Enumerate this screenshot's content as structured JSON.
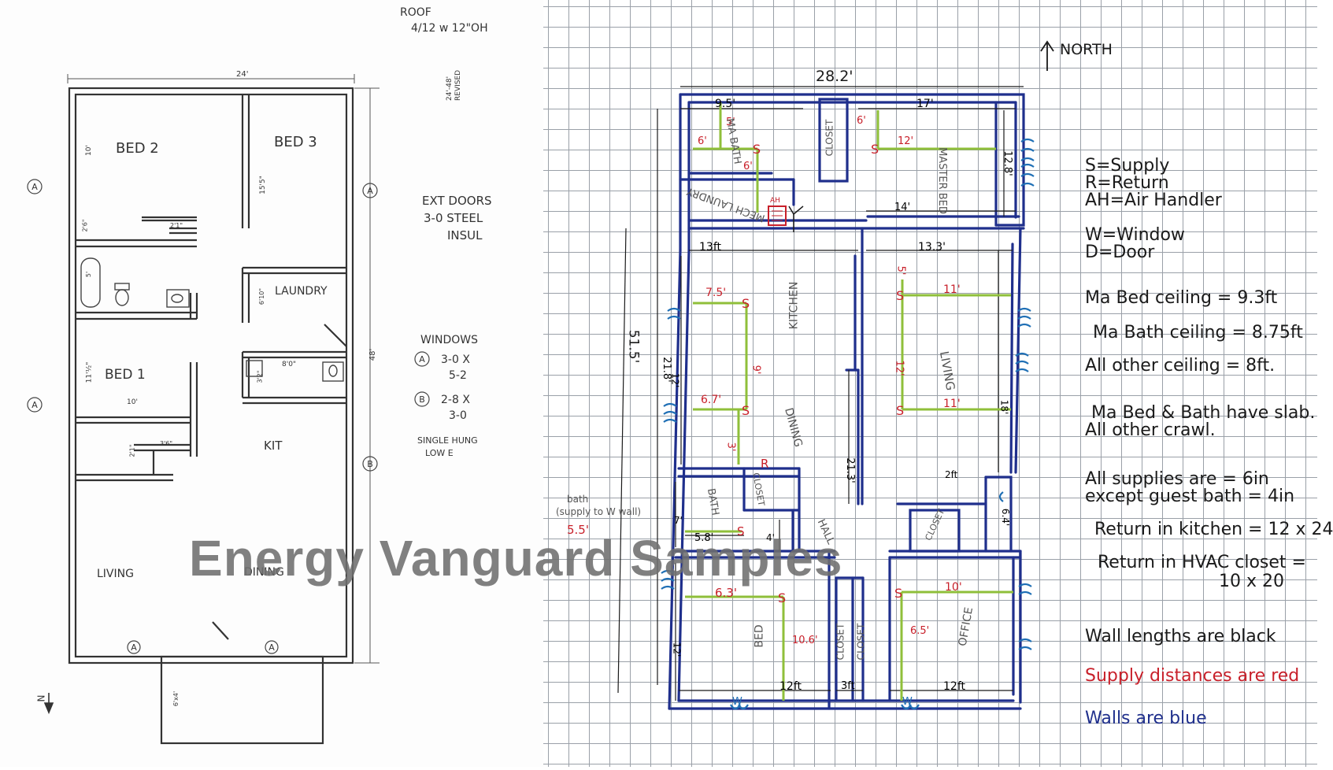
{
  "left_plan": {
    "roof_note": [
      "ROOF",
      "4/12 w 12\"OH"
    ],
    "overall_width": "24'",
    "overall_depth": "48'",
    "revised_note": [
      "24'-48'",
      "REVISED"
    ],
    "rooms": {
      "bed2": "BED 2",
      "bed3": "BED 3",
      "bed1": "BED 1",
      "laundry": "LAUNDRY",
      "kit": "KIT",
      "living": "LIVING",
      "dining": "DINING"
    },
    "dims": {
      "d_10_top": "10'",
      "d_155": "15'5\"",
      "d_265": "2'6\"",
      "d_21": "2'1\"",
      "d_5": "5'",
      "d_610": "6'10\"",
      "d_80": "8'0\"",
      "d_32": "3'2\"",
      "d_1172": "11'½\"",
      "d_10_mid": "10'",
      "d_21b": "2'1\"",
      "d_36": "3'6\"",
      "d_6x4": "6'x4'"
    },
    "window_tags": {
      "a": "A",
      "b": "B"
    },
    "ext_doors": [
      "EXT DOORS",
      "3-0 STEEL",
      "INSUL"
    ],
    "windows_title": "WINDOWS",
    "window_a": [
      "3-0 X",
      "5-2"
    ],
    "window_b": [
      "2-8 X",
      "3-0"
    ],
    "window_type": [
      "SINGLE HUNG",
      "LOW E"
    ],
    "north": "N"
  },
  "right_plan": {
    "north_label": "NORTH",
    "overall_width": "28.2'",
    "overall_depth": "51.5'",
    "wall_dims": {
      "w_95": "9.5'",
      "w_17": "17'",
      "w_13ft": "13ft",
      "w_133": "13.3'",
      "w_14": "14'",
      "w_128": "12.8'",
      "w_218": "21.8'",
      "w_213": "21.3'",
      "w_2ft": "2ft",
      "w_64": "6.4'",
      "w_18": "18'",
      "w_58": "5.8'",
      "w_4": "4'",
      "w_7": "7'",
      "w_12_left": "12'",
      "w_12ft_a": "12ft",
      "w_3ft": "3ft",
      "w_12ft_b": "12ft",
      "w_12": "12'"
    },
    "supply_dims": {
      "s_6a": "6'",
      "s_5": "5'",
      "s_6b": "6'",
      "s_6c": "6'",
      "s_12": "12'",
      "s_75": "7.5'",
      "s_9": "9'",
      "s_67": "6.7'",
      "s_3": "3'",
      "s_5b": "5'",
      "s_11a": "11'",
      "s_12b": "12'",
      "s_11b": "11'",
      "s_55": "5.5'",
      "s_63": "6.3'",
      "s_106": "10.6'",
      "s_10": "10'",
      "s_65": "6.5'"
    },
    "rooms": {
      "ma_bath": "MA BATH",
      "closet_top": "CLOSET",
      "master_bed": "MASTER BED",
      "mech_laundry": "MECH LAUNDRY",
      "kitchen": "KITCHEN",
      "dining": "DINING",
      "living": "LIVING",
      "closet_mid": "CLOSET",
      "bath": "BATH",
      "hall": "HALL",
      "closet_hall": "CLOSET",
      "bed": "BED",
      "closet_a": "CLOSET",
      "closet_b": "CLOSET",
      "office": "OFFICE"
    },
    "markers": {
      "supply": "S",
      "return": "R",
      "ah": "AH",
      "window": "W"
    },
    "bath_note": [
      "bath",
      "(supply to W wall)"
    ]
  },
  "legend": [
    "S=Supply",
    "R=Return",
    "AH=Air Handler",
    "W=Window",
    "D=Door",
    "Ma Bed ceiling = 9.3ft",
    "Ma Bath ceiling = 8.75ft",
    "All other ceiling = 8ft.",
    "Ma Bed & Bath have slab.",
    "All other crawl.",
    "All supplies are = 6in",
    "except guest bath = 4in",
    "Return in kitchen = 12 x 24",
    "Return in HVAC closet =",
    "10 x 20",
    "Wall lengths are black",
    "Supply distances are red",
    "Walls are blue"
  ],
  "colors": {
    "wall_blue": "#1f2f8c",
    "supply_red": "#c8202a",
    "duct_green": "#8fbf3a",
    "window_teal": "#1f6fb5",
    "ink": "#1a1a1a"
  },
  "watermark": "Energy Vanguard Samples"
}
